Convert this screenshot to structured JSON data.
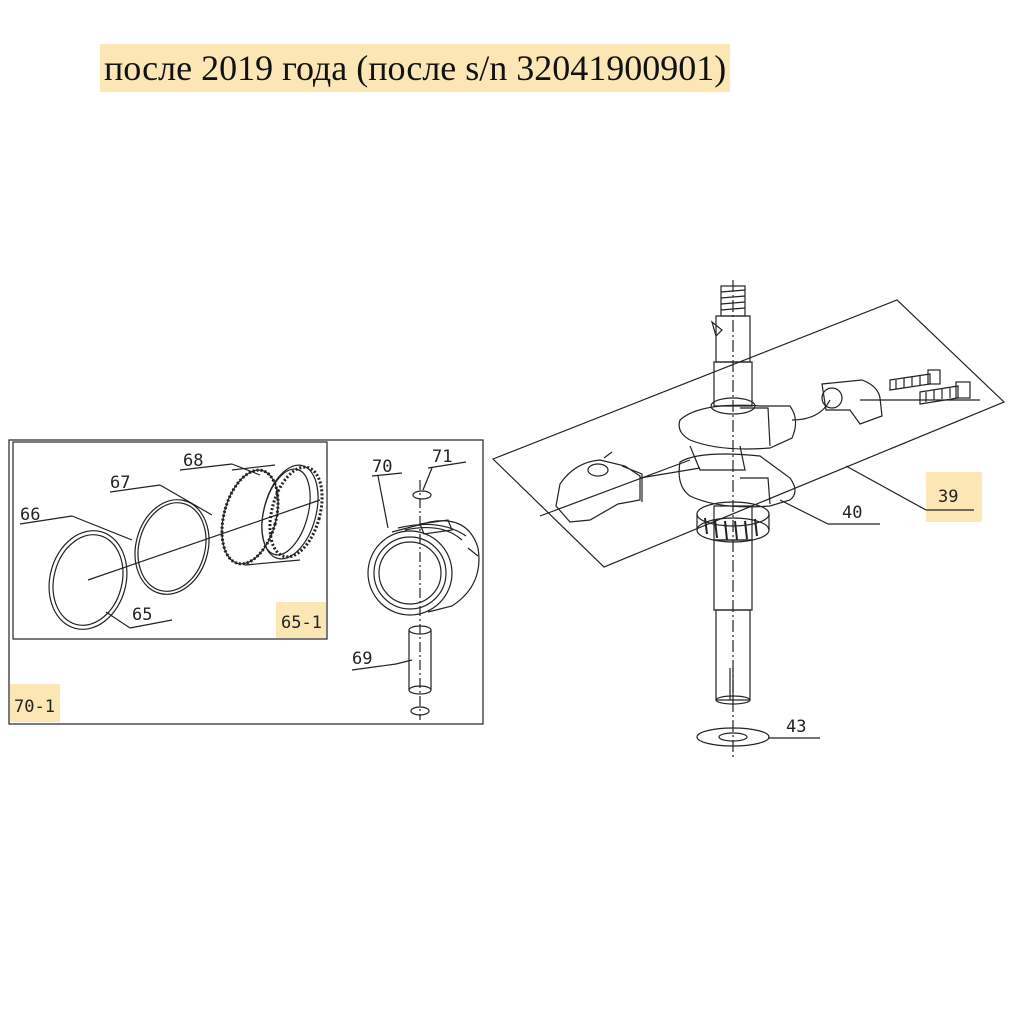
{
  "title": "после 2019 года (после s/n 32041900901)",
  "highlight_color": "#fbe6b4",
  "line_color": "#222222",
  "callouts": {
    "c65": "65",
    "c66": "66",
    "c67": "67",
    "c68": "68",
    "c69": "69",
    "c70": "70",
    "c71": "71",
    "c65_1": "65-1",
    "c70_1": "70-1",
    "c39": "39",
    "c40": "40",
    "c43": "43"
  }
}
